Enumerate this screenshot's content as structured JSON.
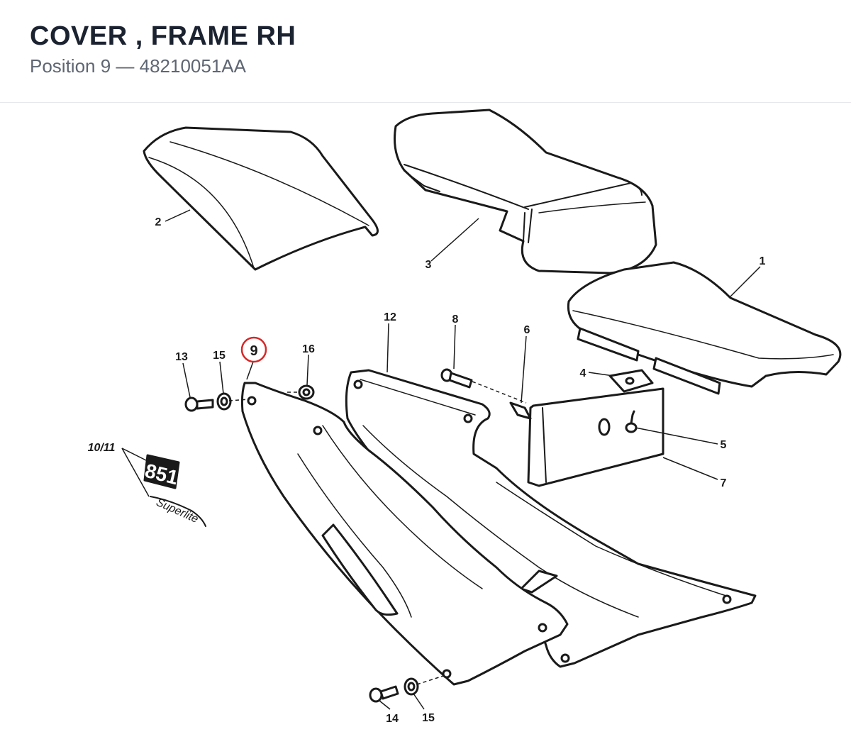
{
  "header": {
    "title": "COVER , FRAME RH",
    "subtitle": "Position 9 — 48210051AA"
  },
  "diagram": {
    "callouts": {
      "c1": "1",
      "c2": "2",
      "c3": "3",
      "c4": "4",
      "c5": "5",
      "c6": "6",
      "c7": "7",
      "c8": "8",
      "c9": "9",
      "c10_11": "10/11",
      "c12": "12",
      "c13": "13",
      "c14": "14",
      "c15a": "15",
      "c15b": "15",
      "c16": "16"
    },
    "decal": {
      "number": "851",
      "script": "Superlite"
    },
    "highlight_color": "#d62828"
  }
}
